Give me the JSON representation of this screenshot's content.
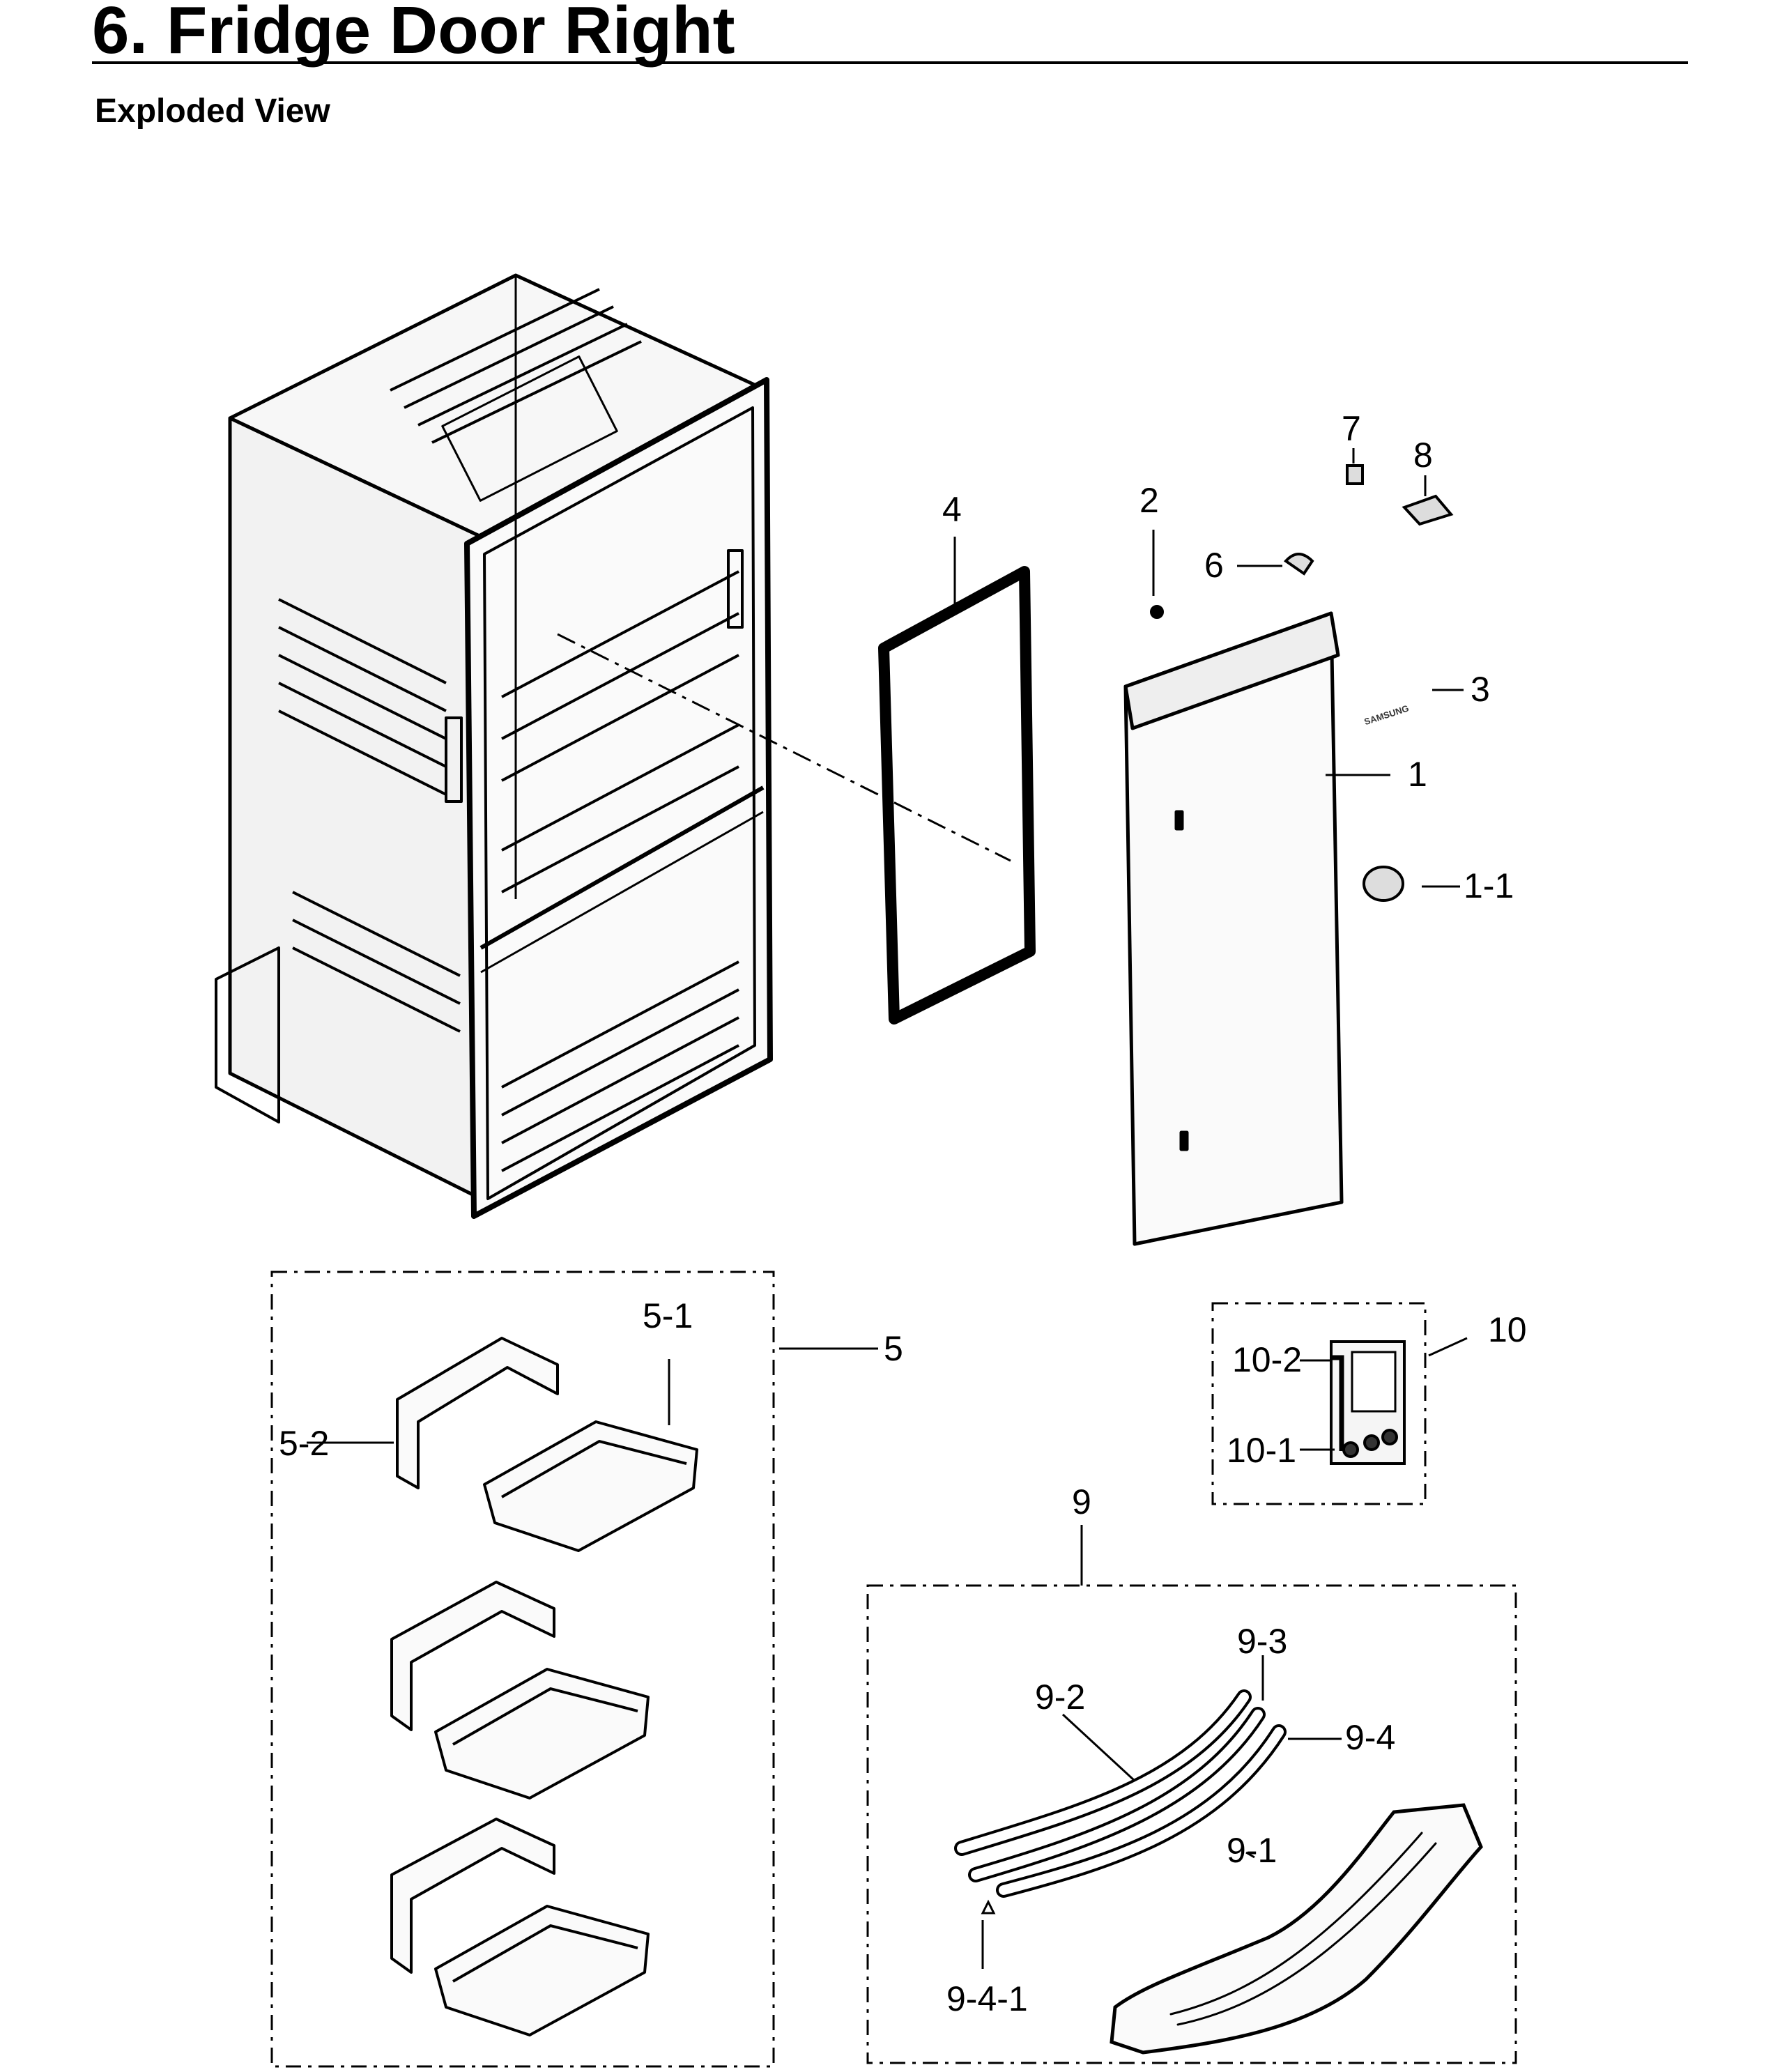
{
  "header": {
    "title": "6.  Fridge Door Right",
    "subtitle": "Exploded View"
  },
  "brand_label": "SAMSUNG",
  "callouts": {
    "door_assy": "1",
    "door_cap": "1-1",
    "screw": "2",
    "logo": "3",
    "gasket": "4",
    "guard_assy": "5",
    "guard": "5-1",
    "guard_cap": "5-2",
    "hinge_cover": "6",
    "hinge_cap": "7",
    "hinge": "8",
    "handle_assy": "9",
    "handle_base": "9-1",
    "handle_pipe_a": "9-2",
    "handle_pipe_b": "9-3",
    "handle_pipe_c": "9-4",
    "handle_screw": "9-4-1",
    "kit": "10",
    "kit_wrench": "10-2",
    "kit_screws": "10-1"
  }
}
